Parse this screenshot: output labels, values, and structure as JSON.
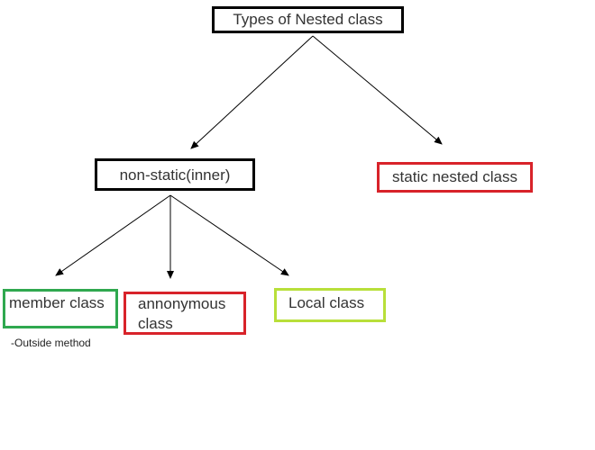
{
  "diagram": {
    "root": {
      "label": "Types of Nested class"
    },
    "non_static": {
      "label": "non-static(inner)"
    },
    "static_nested": {
      "label": "static nested class"
    },
    "member": {
      "label": "member class",
      "note": "-Outside method"
    },
    "anonymous": {
      "label": "annonymous class"
    },
    "local": {
      "label": "Local class"
    },
    "edges": [
      {
        "from": "root",
        "to": "non_static"
      },
      {
        "from": "root",
        "to": "static_nested"
      },
      {
        "from": "non_static",
        "to": "member"
      },
      {
        "from": "non_static",
        "to": "anonymous"
      },
      {
        "from": "non_static",
        "to": "local"
      }
    ],
    "colors": {
      "root_border": "#000000",
      "non_static_border": "#000000",
      "static_nested_border": "#d8232a",
      "member_border": "#2fa84f",
      "anonymous_border": "#d8232a",
      "local_border": "#b8df3a",
      "arrow": "#000000"
    }
  }
}
